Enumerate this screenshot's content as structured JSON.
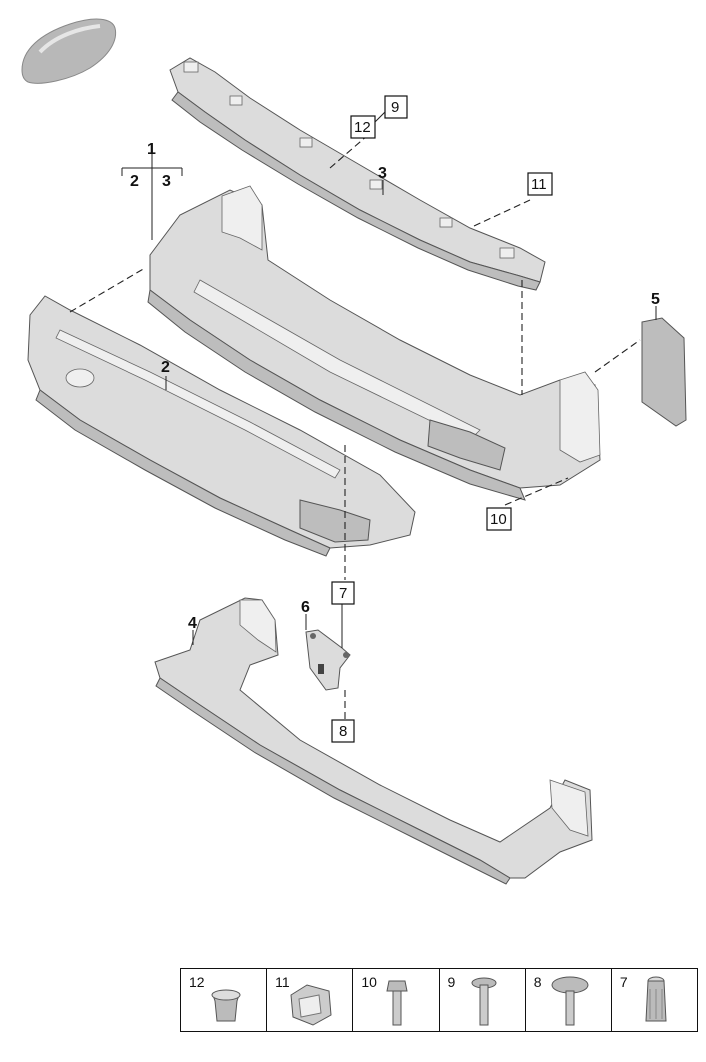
{
  "callouts": {
    "c1": "1",
    "c1_sub_left": "2",
    "c1_sub_right": "3",
    "c2": "2",
    "c3": "3",
    "c4": "4",
    "c5": "5",
    "c6": "6",
    "b7": "7",
    "b8": "8",
    "b9": "9",
    "b10": "10",
    "b11": "11",
    "b12": "12"
  },
  "legend": {
    "items": [
      "12",
      "11",
      "10",
      "9",
      "8",
      "7"
    ]
  },
  "icons": {
    "car_thumbnail": "car-silhouette-icon"
  },
  "colors": {
    "part_fill": "#dcdcdc",
    "part_shade": "#bdbdbd",
    "line": "#222222",
    "background": "#ffffff"
  }
}
